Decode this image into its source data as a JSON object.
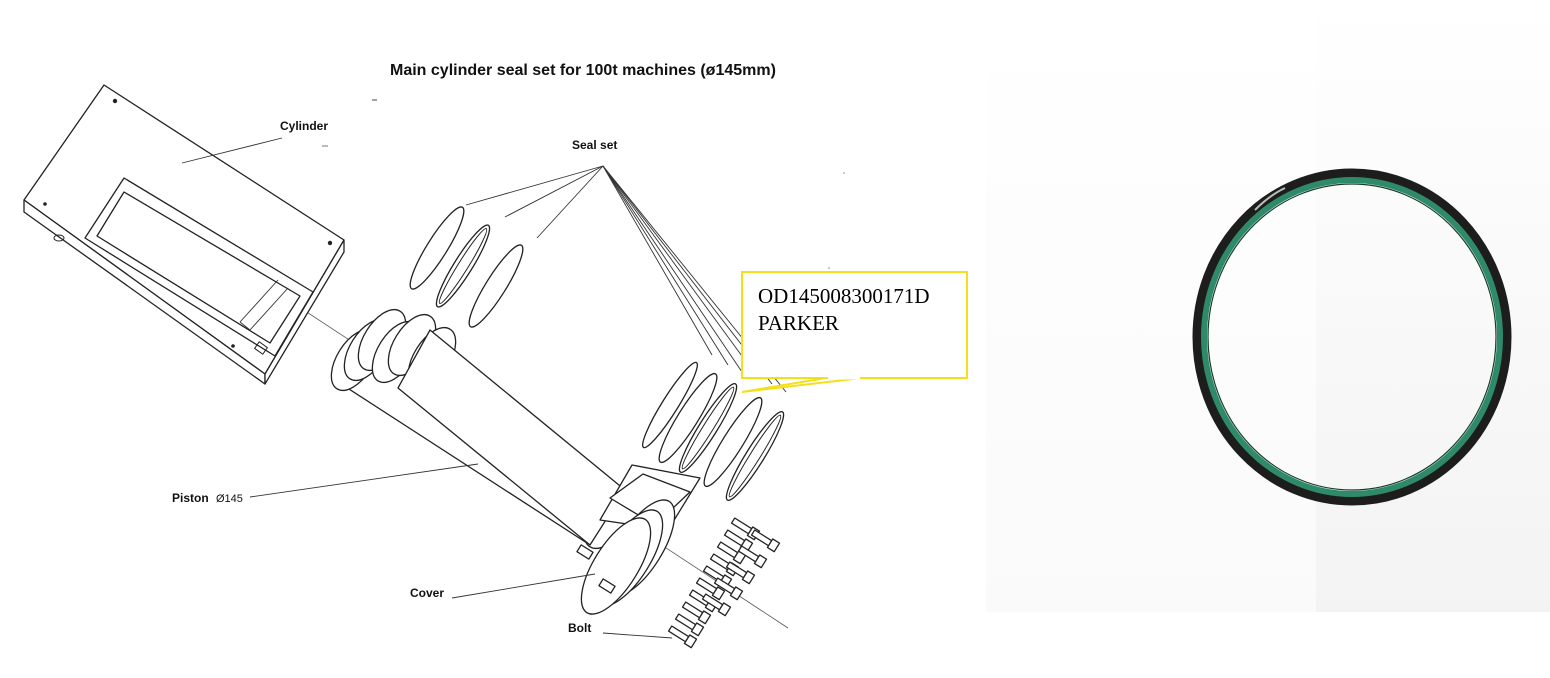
{
  "diagram": {
    "title": "Main cylinder seal set for 100t machines (ø145mm)",
    "labels": {
      "cylinder": "Cylinder",
      "seal_set": "Seal set",
      "piston": "Piston",
      "piston_size": "Ø145",
      "cover": "Cover",
      "bolt": "Bolt"
    },
    "callout": {
      "part_number": "OD145008300171D",
      "brand": "PARKER",
      "border_color": "#f2e11a"
    }
  },
  "photo": {
    "subject": "seal-ring",
    "ring_outer_color": "#1d1d1d",
    "ring_inner_color": "#2f8a6a"
  }
}
